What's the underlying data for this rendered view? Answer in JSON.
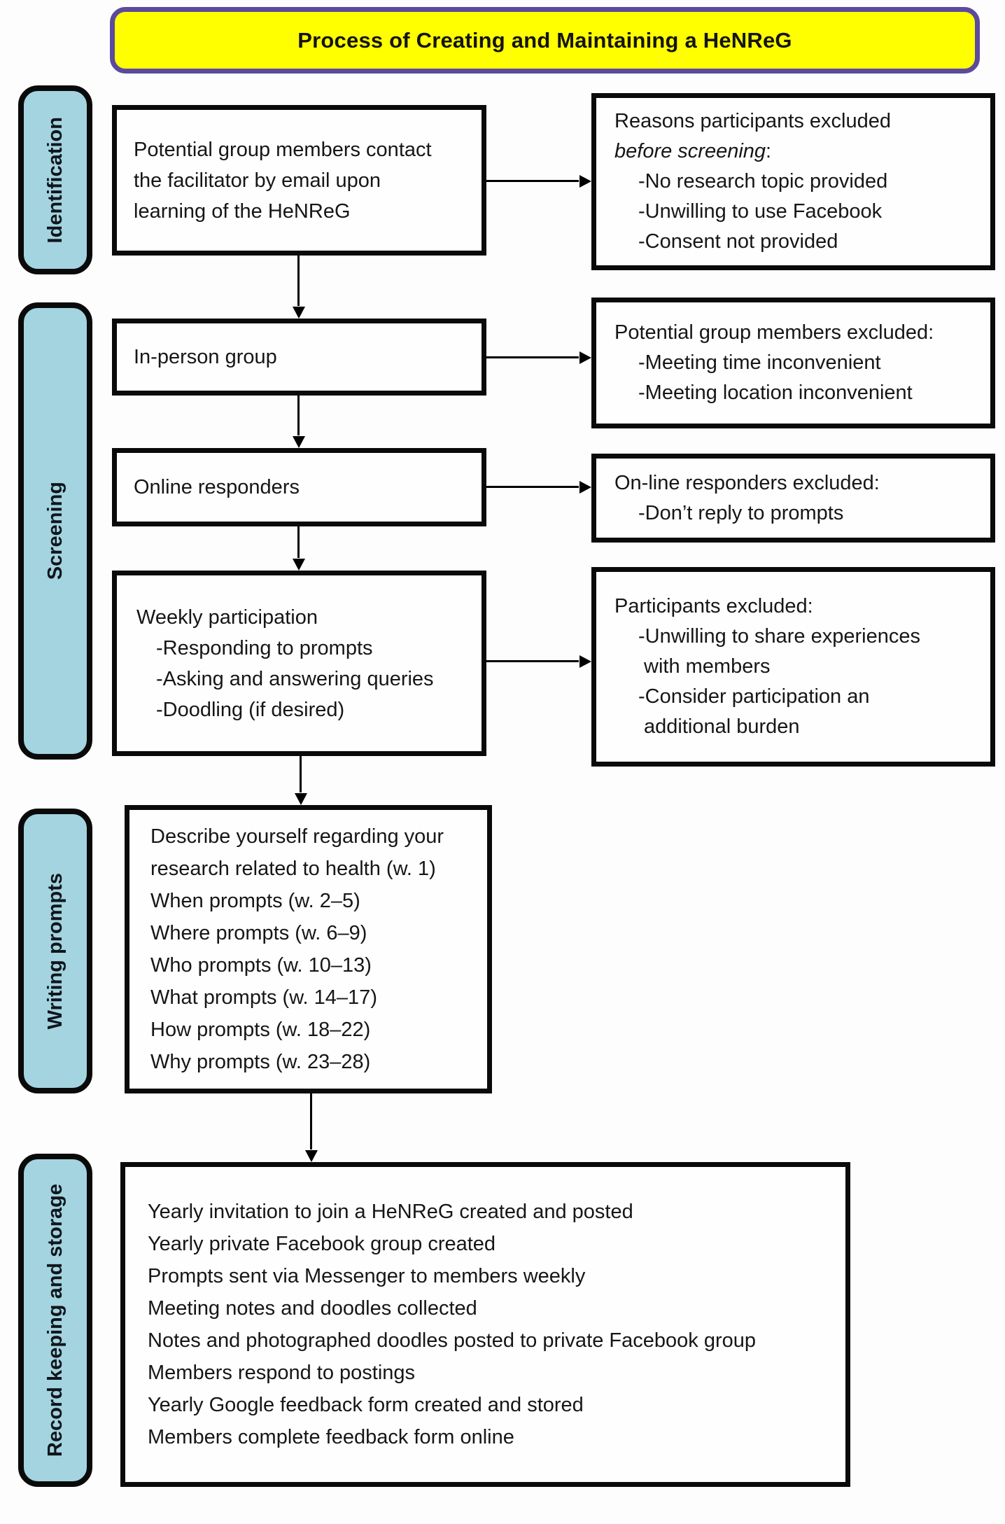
{
  "title": {
    "text": "Process of Creating and Maintaining a HeNReG"
  },
  "colors": {
    "title_fill": "#ffff00",
    "title_border": "#5b4a9e",
    "stage_fill": "#a3d4e0",
    "box_border": "#0a0a0a",
    "arrow": "#000000"
  },
  "stages": {
    "identification": {
      "label": "Identification"
    },
    "screening": {
      "label": "Screening"
    },
    "writing": {
      "label": "Writing prompts"
    },
    "record": {
      "label": "Record keeping and storage"
    }
  },
  "flow": {
    "contact": {
      "lines": [
        "Potential group members contact",
        "the facilitator by email upon",
        "learning of the HeNReG"
      ]
    },
    "inperson": {
      "label": "In-person group"
    },
    "online": {
      "label": "Online responders"
    },
    "weekly": {
      "heading": "Weekly participation",
      "bullets": [
        "-Responding to prompts",
        "-Asking and answering queries",
        "-Doodling (if desired)"
      ]
    },
    "prompts": {
      "lines": [
        "Describe yourself regarding your",
        "research related to health (w. 1)",
        "When prompts (w. 2–5)",
        "Where prompts (w. 6–9)",
        "Who prompts (w. 10–13)",
        "What prompts (w. 14–17)",
        "How prompts (w. 18–22)",
        "Why prompts (w. 23–28)"
      ]
    },
    "record": {
      "lines": [
        "Yearly invitation to join a HeNReG created and posted",
        "Yearly private Facebook group created",
        "Prompts sent via Messenger to members weekly",
        "Meeting notes and doodles collected",
        "Notes and photographed doodles posted to private Facebook group",
        "Members respond to postings",
        "Yearly Google feedback form created and stored",
        "Members complete feedback form online"
      ]
    }
  },
  "exclusions": {
    "before_screening": {
      "heading": "Reasons participants excluded",
      "heading_italic": "before screening",
      "heading_suffix": ":",
      "bullets": [
        "-No research topic provided",
        "-Unwilling to use Facebook",
        "-Consent not provided"
      ]
    },
    "inperson": {
      "heading": "Potential group members excluded:",
      "bullets": [
        "-Meeting time inconvenient",
        "-Meeting location inconvenient"
      ]
    },
    "online": {
      "heading": "On-line responders excluded:",
      "bullets": [
        "-Don’t reply to prompts"
      ]
    },
    "weekly": {
      "heading": "Participants excluded:",
      "lines": [
        "-Unwilling to share experiences",
        "with members",
        "-Consider participation an",
        "additional burden"
      ]
    }
  }
}
